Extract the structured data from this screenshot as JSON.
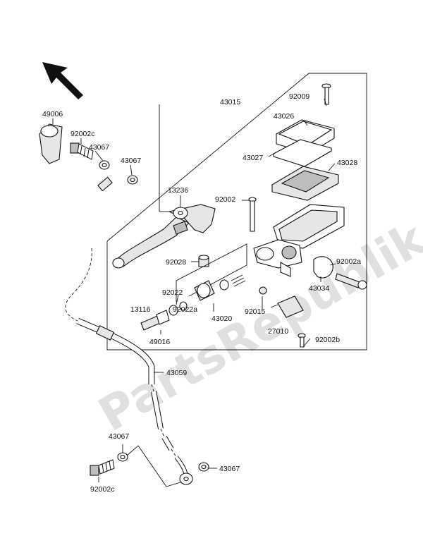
{
  "watermark": "PartsRepublik",
  "labels": {
    "l49006": "49006",
    "l92002c_top": "92002c",
    "l43067_a": "43067",
    "l43067_b": "43067",
    "l43015": "43015",
    "l92009": "92009",
    "l43026": "43026",
    "l43027": "43027",
    "l43028": "43028",
    "l13236": "13236",
    "l92002": "92002",
    "l92028": "92028",
    "l92002a": "92002a",
    "l43034": "43034",
    "l92022": "92022",
    "l13116": "13116",
    "l92022a": "92022a",
    "l43020": "43020",
    "l92015": "92015",
    "l49016": "49016",
    "l27010": "27010",
    "l92002b": "92002b",
    "l43059": "43059",
    "l43067_c": "43067",
    "l43067_d": "43067",
    "l92002c_bot": "92002c"
  }
}
